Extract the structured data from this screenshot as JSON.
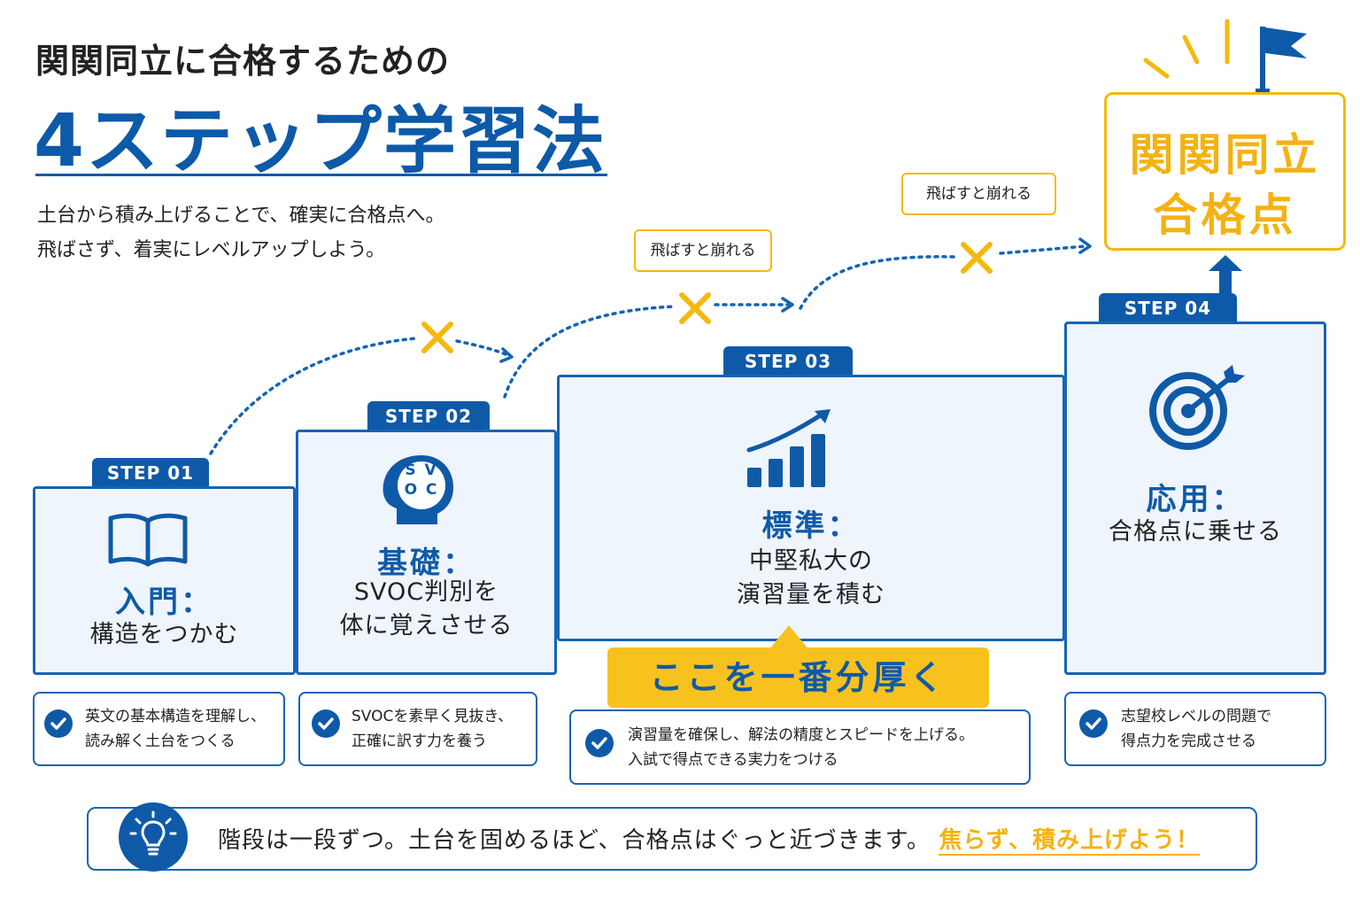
{
  "header": {
    "pretitle": "関関同立に合格するための",
    "title": "4ステップ学習法",
    "intro_lines": [
      "土台から積み上げることで、確実に合格点へ。",
      "飛ばさず、着実にレベルアップしよう。"
    ]
  },
  "goal": {
    "line1": "関関同立",
    "line2": "合格点"
  },
  "tooltips": [
    "飛ばすと崩れる",
    "飛ばすと崩れる"
  ],
  "steps": [
    {
      "tab": "STEP 01",
      "icon": "open-book-icon",
      "title": "入門：",
      "desc": [
        "構造をつかむ"
      ],
      "card": [
        "英文の基本構造を理解し、",
        "読み解く土台をつくる"
      ]
    },
    {
      "tab": "STEP 02",
      "icon": "head-svoc-icon",
      "icon_text": [
        "S V",
        "O C"
      ],
      "title": "基礎：",
      "desc": [
        "SVOC判別を",
        "体に覚えさせる"
      ],
      "card": [
        "SVOCを素早く見抜き、",
        "正確に訳す力を養う"
      ]
    },
    {
      "tab": "STEP 03",
      "icon": "growth-chart-icon",
      "title": "標準：",
      "desc": [
        "中堅私大の",
        "演習量を積む"
      ],
      "card": [
        "演習量を確保し、解法の精度とスピードを上げる。",
        "入試で得点できる実力をつける"
      ]
    },
    {
      "tab": "STEP 04",
      "icon": "target-icon",
      "title": "応用：",
      "desc": [
        "合格点に乗せる"
      ],
      "card": [
        "志望校レベルの問題で",
        "得点力を完成させる"
      ]
    }
  ],
  "highlight": "ここを一番分厚く",
  "footer": {
    "text": "階段は一段ずつ。土台を固めるほど、合格点はぐっと近づきます。",
    "accent": "焦らず、積み上げよう！",
    "icon": "lightbulb-icon"
  },
  "colors": {
    "blue": "#0f5aa8",
    "yellow": "#f4b90e",
    "panel": "#eff5fc"
  }
}
